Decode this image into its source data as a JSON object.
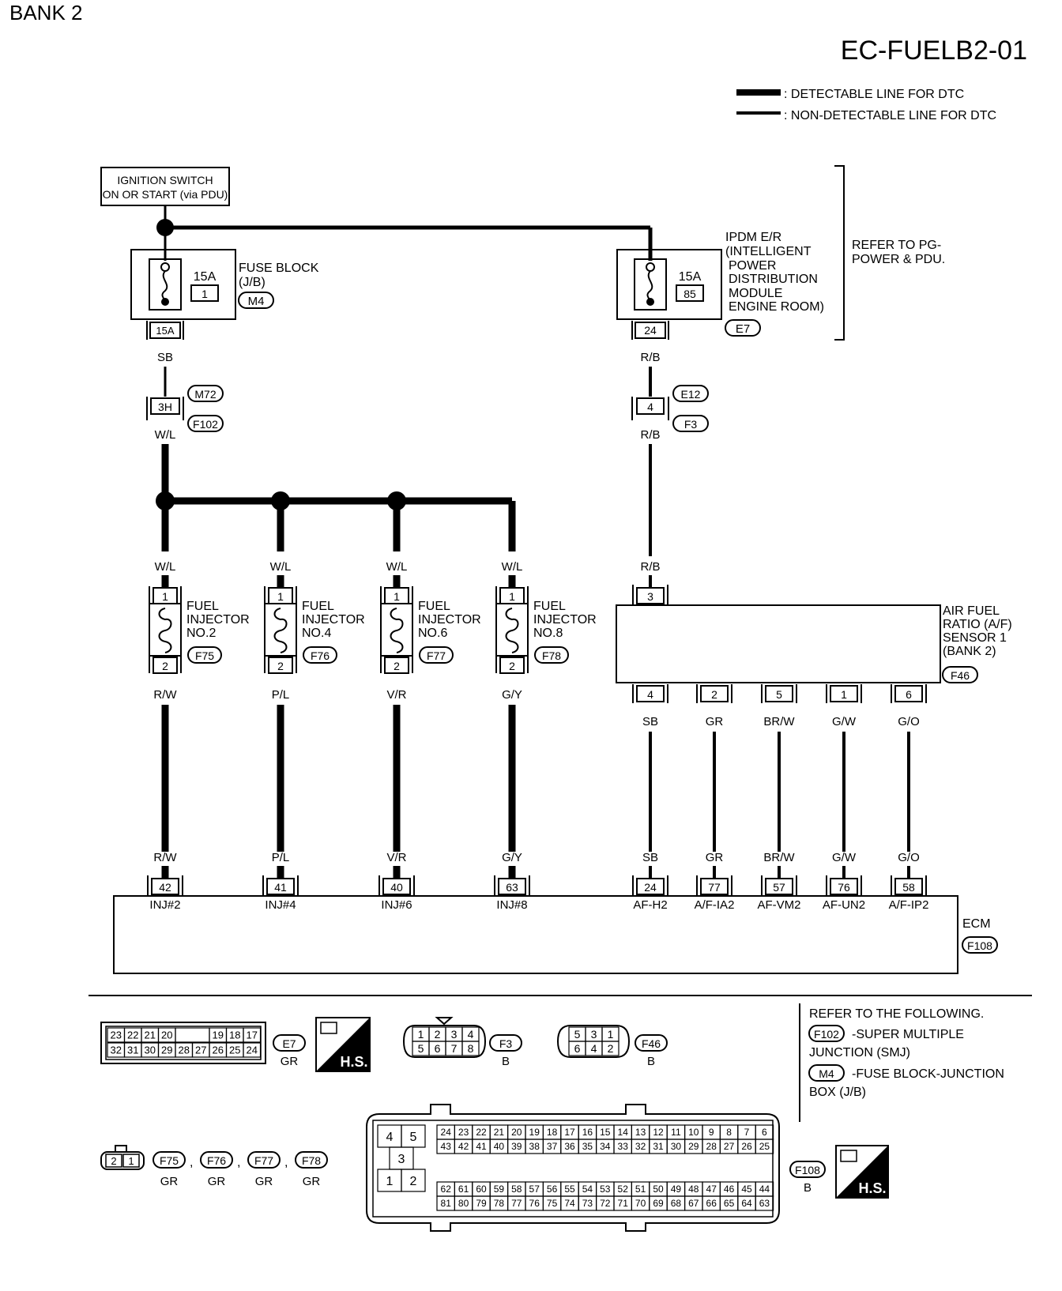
{
  "bank_label": "BANK 2",
  "diagram_code": "EC-FUELB2-01",
  "legend": {
    "detectable": ": DETECTABLE LINE FOR DTC",
    "non_detectable": ": NON-DETECTABLE LINE FOR DTC"
  },
  "ignition": {
    "line1": "IGNITION SWITCH",
    "line2": "ON OR START (via PDU)"
  },
  "fuse_block": {
    "amp": "15A",
    "num": "1",
    "label": [
      "FUSE BLOCK",
      "(J/B)"
    ],
    "conn": "M4",
    "terminal": "15A",
    "wire": "SB"
  },
  "ipdm": {
    "amp": "15A",
    "num": "85",
    "label": [
      "IPDM E/R",
      "(INTELLIGENT",
      "POWER",
      "DISTRIBUTION",
      "MODULE",
      "ENGINE ROOM)"
    ],
    "conn": "E7",
    "terminal": "24",
    "wire": "R/B"
  },
  "refer_pg": [
    "REFER TO PG-",
    "POWER & PDU."
  ],
  "junction_left": {
    "pin": "3H",
    "conn_top": "M72",
    "conn_bottom": "F102",
    "wire_out": "W/L"
  },
  "junction_right": {
    "pin": "4",
    "conn_top": "E12",
    "conn_bottom": "F3",
    "wire_out": "R/B"
  },
  "injectors": [
    {
      "wire_in": "W/L",
      "pin_top": "1",
      "pin_bottom": "2",
      "name": [
        "FUEL",
        "INJECTOR",
        "NO.2"
      ],
      "conn": "F75",
      "wire_out": "R/W",
      "ecm_pin": "42",
      "ecm_label": "INJ#2"
    },
    {
      "wire_in": "W/L",
      "pin_top": "1",
      "pin_bottom": "2",
      "name": [
        "FUEL",
        "INJECTOR",
        "NO.4"
      ],
      "conn": "F76",
      "wire_out": "P/L",
      "ecm_pin": "41",
      "ecm_label": "INJ#4"
    },
    {
      "wire_in": "W/L",
      "pin_top": "1",
      "pin_bottom": "2",
      "name": [
        "FUEL",
        "INJECTOR",
        "NO.6"
      ],
      "conn": "F77",
      "wire_out": "V/R",
      "ecm_pin": "40",
      "ecm_label": "INJ#6"
    },
    {
      "wire_in": "W/L",
      "pin_top": "1",
      "pin_bottom": "2",
      "name": [
        "FUEL",
        "INJECTOR",
        "NO.8"
      ],
      "conn": "F78",
      "wire_out": "G/Y",
      "ecm_pin": "63",
      "ecm_label": "INJ#8"
    }
  ],
  "af_sensor": {
    "wire_in": "R/B",
    "pin_top": "3",
    "name": [
      "AIR FUEL",
      "RATIO (A/F)",
      "SENSOR 1",
      "(BANK 2)"
    ],
    "conn": "F46",
    "outputs": [
      {
        "pin": "4",
        "wire": "SB",
        "ecm_pin": "24",
        "ecm_label": "AF-H2"
      },
      {
        "pin": "2",
        "wire": "GR",
        "ecm_pin": "77",
        "ecm_label": "A/F-IA2"
      },
      {
        "pin": "5",
        "wire": "BR/W",
        "ecm_pin": "57",
        "ecm_label": "AF-VM2"
      },
      {
        "pin": "1",
        "wire": "G/W",
        "ecm_pin": "76",
        "ecm_label": "AF-UN2"
      },
      {
        "pin": "6",
        "wire": "G/O",
        "ecm_pin": "58",
        "ecm_label": "A/F-IP2"
      }
    ]
  },
  "ecm": {
    "label": "ECM",
    "conn": "F108"
  },
  "refer_following": {
    "title": "REFER TO THE FOLLOWING.",
    "items": [
      {
        "conn": "F102",
        "text1": "-SUPER MULTIPLE",
        "text2": "JUNCTION (SMJ)"
      },
      {
        "conn": "M4",
        "text1": "-FUSE BLOCK-JUNCTION",
        "text2": "BOX (J/B)"
      }
    ]
  },
  "connector_views": {
    "e7": {
      "top_row": [
        "23",
        "22",
        "21",
        "20",
        "",
        "19",
        "18",
        "17"
      ],
      "bottom_row": [
        "32",
        "31",
        "30",
        "29",
        "28",
        "27",
        "26",
        "25",
        "24"
      ],
      "conn": "E7",
      "color": "GR"
    },
    "hs": "H.S.",
    "f3": {
      "top_row": [
        "1",
        "2",
        "3",
        "4"
      ],
      "bottom_row": [
        "5",
        "6",
        "7",
        "8"
      ],
      "conn": "F3",
      "color": "B"
    },
    "f46": {
      "top_row": [
        "5",
        "3",
        "1"
      ],
      "bottom_row": [
        "6",
        "4",
        "2"
      ],
      "conn": "F46",
      "color": "B"
    },
    "inj": {
      "pins": [
        "2",
        "1"
      ],
      "conns": [
        "F75",
        "F76",
        "F77",
        "F78"
      ],
      "color": "GR",
      "sep": ","
    },
    "f108": {
      "left_block": [
        "4",
        "5",
        "3",
        "1",
        "2"
      ],
      "row1": [
        "24",
        "23",
        "22",
        "21",
        "20",
        "19",
        "18",
        "17",
        "16",
        "15",
        "14",
        "13",
        "12",
        "11",
        "10",
        "9",
        "8",
        "7",
        "6"
      ],
      "row2": [
        "43",
        "42",
        "41",
        "40",
        "39",
        "38",
        "37",
        "36",
        "35",
        "34",
        "33",
        "32",
        "31",
        "30",
        "29",
        "28",
        "27",
        "26",
        "25"
      ],
      "row3": [
        "62",
        "61",
        "60",
        "59",
        "58",
        "57",
        "56",
        "55",
        "54",
        "53",
        "52",
        "51",
        "50",
        "49",
        "48",
        "47",
        "46",
        "45",
        "44"
      ],
      "row4": [
        "81",
        "80",
        "79",
        "78",
        "77",
        "76",
        "75",
        "74",
        "73",
        "72",
        "71",
        "70",
        "69",
        "68",
        "67",
        "66",
        "65",
        "64",
        "63"
      ],
      "conn": "F108",
      "color": "B"
    }
  }
}
